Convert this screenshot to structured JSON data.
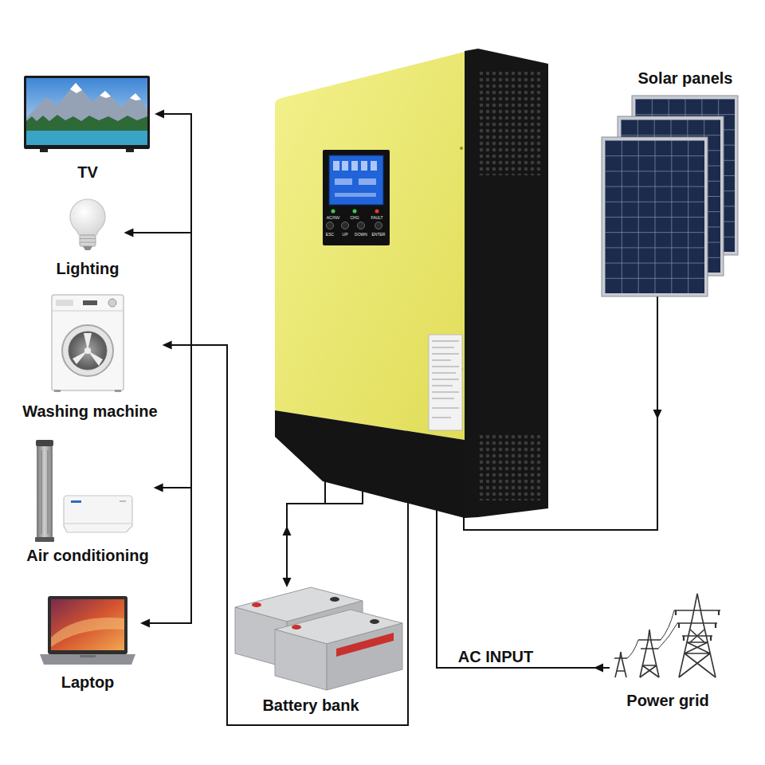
{
  "diagram": {
    "nodes": [
      {
        "text": [
          "TV"
        ]
      },
      {
        "text": [
          "Lighting"
        ]
      },
      {
        "text": [
          "Washing machine"
        ]
      },
      {
        "text": [
          "Air conditioning"
        ]
      },
      {
        "text": [
          "Laptop"
        ]
      },
      {
        "text": [
          "AC/INV",
          "CHG",
          "FAULT",
          "ESC",
          "UP",
          "DOWN",
          "ENTER"
        ]
      },
      {
        "text": [
          "Solar panels"
        ]
      },
      {
        "text": [
          "Battery bank"
        ]
      },
      {
        "text": [
          "Power grid"
        ]
      }
    ],
    "edges": [
      {
        "from": 5,
        "to": 0,
        "arrow": "to"
      },
      {
        "from": 5,
        "to": 1,
        "arrow": "to"
      },
      {
        "from": 5,
        "to": 2,
        "arrow": "to"
      },
      {
        "from": 5,
        "to": 3,
        "arrow": "to"
      },
      {
        "from": 5,
        "to": 4,
        "arrow": "to"
      },
      {
        "from": 6,
        "to": 5,
        "arrow": "to"
      },
      {
        "from": 5,
        "to": 7,
        "arrow": "both"
      },
      {
        "from": 8,
        "to": 5,
        "arrow": "to",
        "label": "AC INPUT"
      }
    ]
  }
}
